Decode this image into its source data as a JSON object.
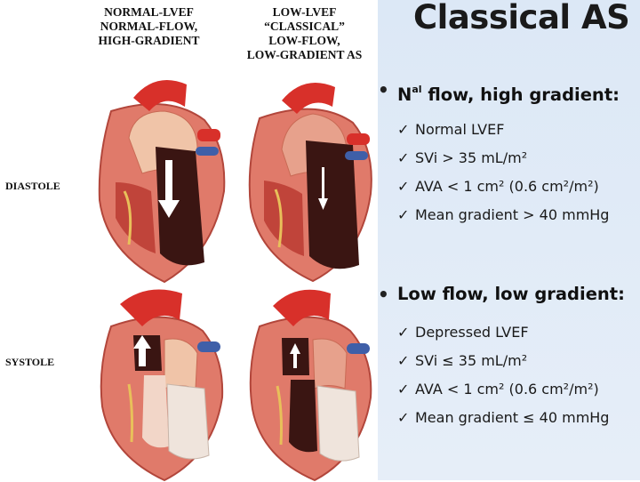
{
  "figure": {
    "column_headers": [
      "NORMAL-LVEF\nNORMAL-FLOW,\nHIGH-GRADIENT",
      "LOW-LVEF\n“CLASSICAL”\nLOW-FLOW,\nLOW-GRADIENT AS"
    ],
    "row_labels": [
      "DIASTOLE",
      "SYSTOLE"
    ]
  },
  "slide": {
    "title": "Classical AS",
    "sections": [
      {
        "heading_prefix": "N",
        "heading_sup": "al",
        "heading_rest": " flow, high gradient:",
        "items": [
          "Normal LVEF",
          "SVi > 35 mL/m²",
          "AVA < 1 cm² (0.6 cm²/m²)",
          "Mean gradient > 40 mmHg"
        ]
      },
      {
        "heading": "Low flow, low gradient:",
        "items": [
          "Depressed LVEF",
          "SVi ≤ 35 mL/m²",
          "AVA < 1 cm² (0.6 cm²/m²)",
          "Mean gradient ≤ 40 mmHg"
        ]
      }
    ]
  },
  "colors": {
    "muscle": "#e07a6a",
    "muscle_dark": "#c0443a",
    "chamber": "#3a1512",
    "aorta": "#d8302a",
    "vessel_blue": "#3f5fa8",
    "valve": "#e8c05a",
    "panel_bg": "#dfe9f6"
  }
}
